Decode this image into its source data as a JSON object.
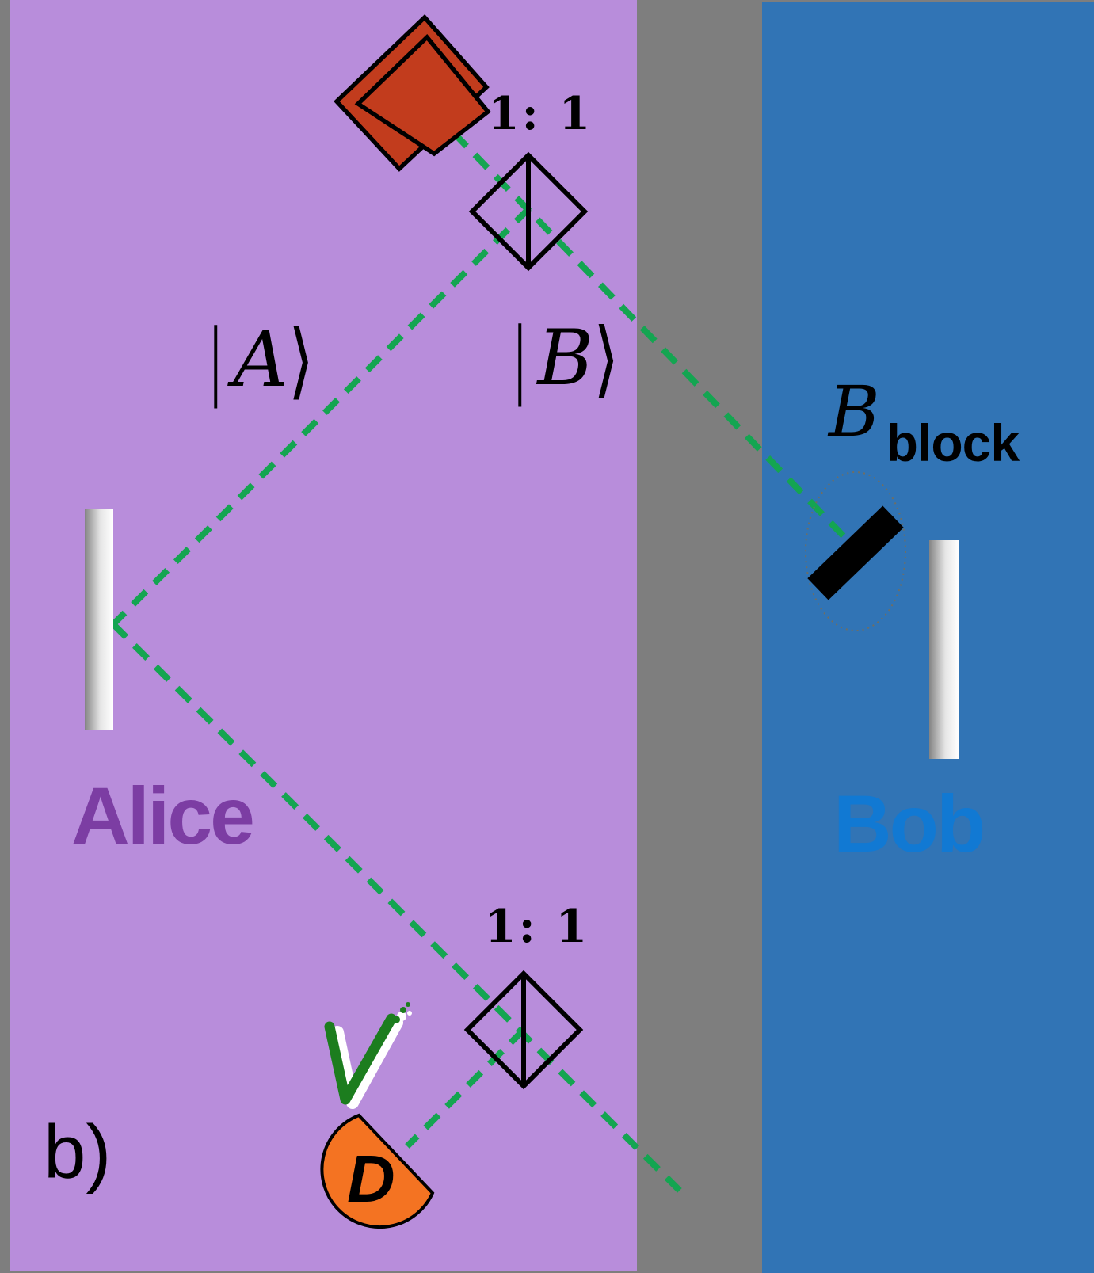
{
  "figure_label": "b)",
  "colors": {
    "background": "#7e7e7e",
    "alice_panel": "#b88ddb",
    "bob_panel": "#3174b5",
    "alice_text": "#7c3da3",
    "bob_text": "#1179d3",
    "beam_green": "#14a551",
    "check_green": "#1c7d1e",
    "laser_red": "#c23c1d",
    "detector_orange": "#f47322"
  },
  "regions": {
    "alice": {
      "label": "Alice"
    },
    "bob": {
      "label": "Bob"
    }
  },
  "beam_splitters": {
    "top_ratio": "1: 1",
    "bottom_ratio": "1: 1"
  },
  "state_labels": {
    "a": {
      "bar": "|",
      "letter": "A",
      "bracket": "⟩"
    },
    "b": {
      "bar": "|",
      "letter": "B",
      "bracket": "⟩"
    }
  },
  "blocker_label": {
    "main": "B",
    "subscript": "block"
  },
  "detector_label": "D"
}
